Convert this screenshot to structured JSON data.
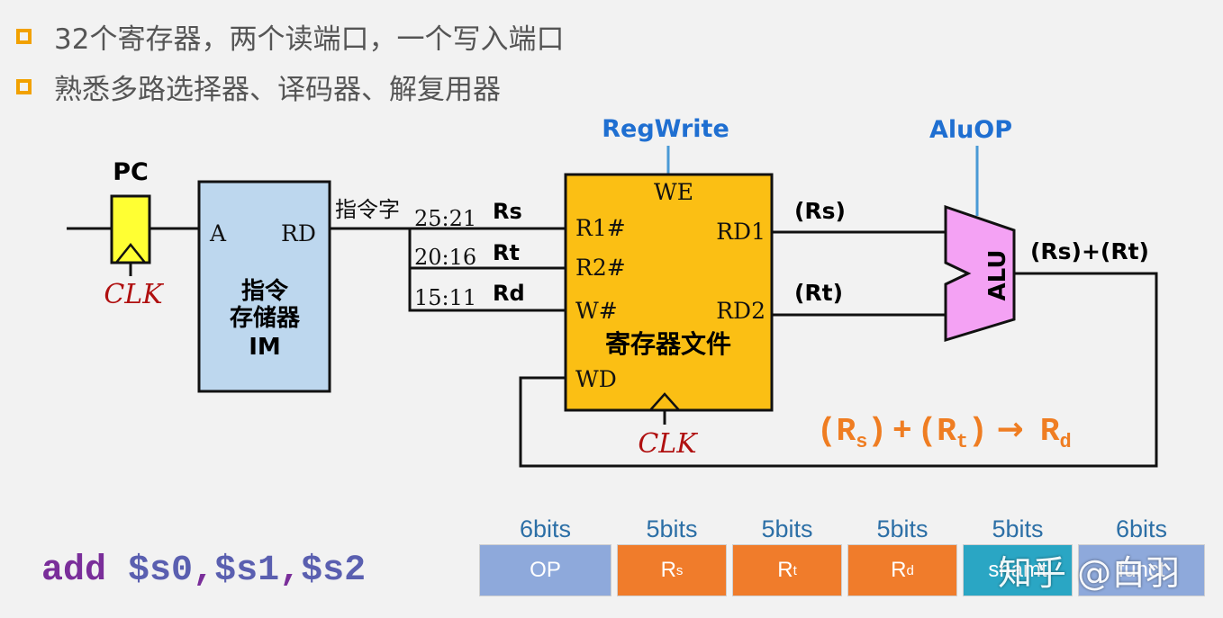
{
  "bullets": [
    "32个寄存器，两个读端口，一个写入端口",
    "熟悉多路选择器、译码器、解复用器"
  ],
  "pc": {
    "label": "PC",
    "clk": "CLK"
  },
  "im": {
    "port_a": "A",
    "port_rd": "RD",
    "line1": "指令",
    "line2": "存储器",
    "line3": "IM"
  },
  "instr_word": "指令字",
  "fields": [
    {
      "bits": "25:21",
      "name": "Rs"
    },
    {
      "bits": "20:16",
      "name": "Rt"
    },
    {
      "bits": "15:11",
      "name": "Rd"
    }
  ],
  "regfile": {
    "we": "WE",
    "r1": "R1#",
    "r2": "R2#",
    "w": "W#",
    "wd": "WD",
    "rd1": "RD1",
    "rd2": "RD2",
    "title": "寄存器文件",
    "clk": "CLK"
  },
  "signals": {
    "regwrite": "RegWrite",
    "aluop": "AluOP"
  },
  "alu": {
    "label": "ALU",
    "in1": "(Rs)",
    "in2": "(Rt)",
    "out": "(Rs)+(Rt)"
  },
  "result_eq": {
    "a": "R",
    "a_sub": "s",
    "b": "R",
    "b_sub": "t",
    "c": "R",
    "c_sub": "d",
    "lp": "(",
    "rp": ")",
    "plus": "+",
    "arrow": "→"
  },
  "asm": {
    "op": "add",
    "r0": "$s0",
    "r1": "$s1",
    "r2": "$s2",
    "comma": ","
  },
  "format": [
    {
      "bits": "6bits",
      "label": "OP",
      "color": "#8ea9db"
    },
    {
      "bits": "5bits",
      "label": "R",
      "sub": "s",
      "color": "#f07c2b"
    },
    {
      "bits": "5bits",
      "label": "R",
      "sub": "t",
      "color": "#f07c2b"
    },
    {
      "bits": "5bits",
      "label": "R",
      "sub": "d",
      "color": "#f07c2b"
    },
    {
      "bits": "5bits",
      "label": "shamt",
      "color": "#2aa6c4"
    },
    {
      "bits": "6bits",
      "label": "funct",
      "color": "#8ea9db"
    }
  ],
  "watermark": "知乎 @白羽",
  "colors": {
    "bullet": "#f2a100",
    "pc_fill": "#ffff33",
    "im_fill": "#bdd7ee",
    "regfile_fill": "#fbbf14",
    "alu_fill": "#f4a2f4",
    "signal": "#1f6fd1",
    "clk": "#b01010",
    "eq": "#ef7d22"
  }
}
